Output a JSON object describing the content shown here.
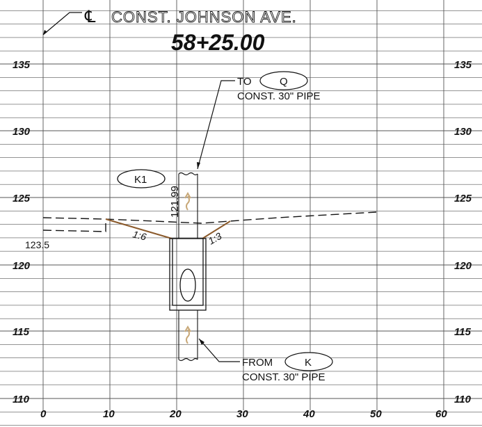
{
  "title": {
    "centerline_symbol": "℄",
    "text": "CONST. JOHNSON AVE.",
    "station": "58+25.00"
  },
  "elevation_labels": [
    "135",
    "130",
    "125",
    "120",
    "115",
    "110"
  ],
  "offset_labels": [
    "0",
    "10",
    "20",
    "30",
    "40",
    "50",
    "60"
  ],
  "structure_tag": "K1",
  "rim_elevation": "121.99",
  "left_elevation": "123.5",
  "slopes": {
    "left": "1:6",
    "right": "1:3"
  },
  "pipe_to": {
    "prefix": "TO",
    "bubble": "Q",
    "desc": "CONST. 30\" PIPE"
  },
  "pipe_from": {
    "prefix": "FROM",
    "bubble": "K",
    "desc": "CONST. 30\" PIPE"
  },
  "colors": {
    "grid": "#555555",
    "ink": "#111111",
    "slope": "#8B5A2B",
    "flow_arrow": "#c8a878"
  }
}
